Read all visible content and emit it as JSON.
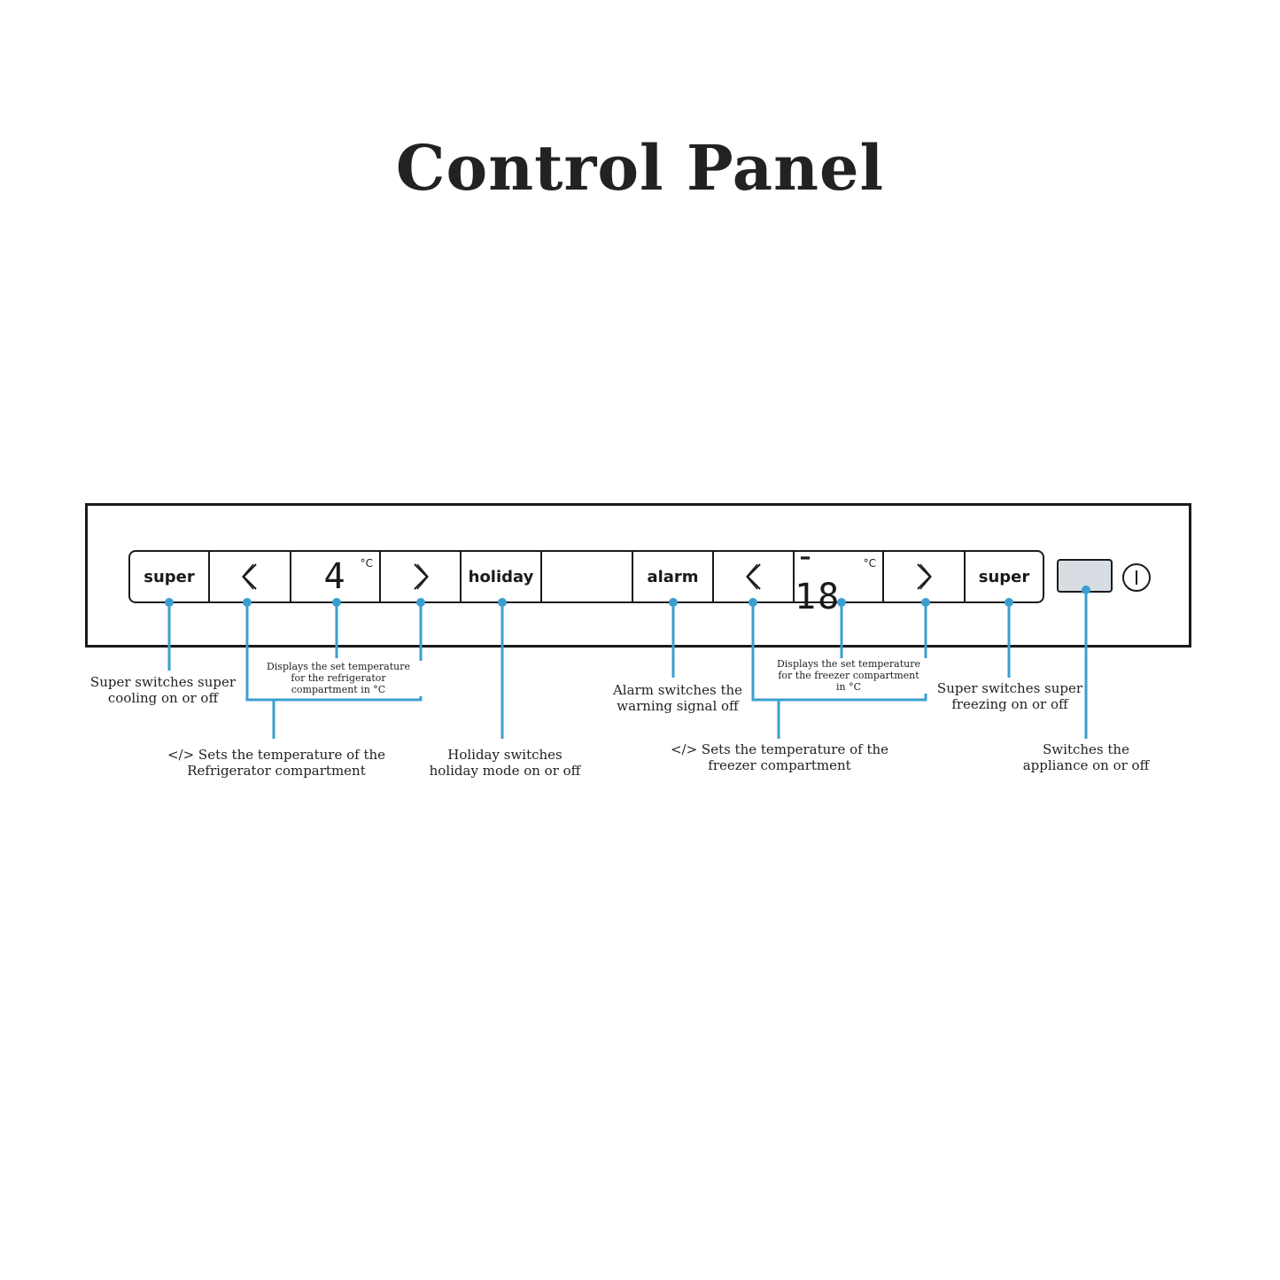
{
  "title": "Control Panel",
  "panel": {
    "fridge_super": "super",
    "fridge_temp_value": "4",
    "fridge_temp_unit": "°C",
    "holiday": "holiday",
    "alarm": "alarm",
    "freezer_temp_value": "- 18",
    "freezer_temp_unit": "°C",
    "freezer_super": "super"
  },
  "labels": {
    "super_cooling": "Super switches super\ncooling on or off",
    "fridge_display": "Displays the set temperature\nfor the refrigerator\ncompartment in °C",
    "fridge_arrows": "</> Sets the temperature of the\nRefrigerator compartment",
    "holiday": "Holiday switches\nholiday mode on or off",
    "alarm": "Alarm switches the\nwarning signal off",
    "freezer_display": "Displays the set temperature\nfor the freezer compartment\nin °C",
    "freezer_arrows": "</> Sets the temperature of the\nfreezer compartment",
    "super_freezing": "Super switches super\nfreezing on or off",
    "power": "Switches the\nappliance on or off"
  },
  "colors": {
    "callout": "#3a9fd0",
    "outline": "#1a1a1a"
  },
  "icons": [
    "chevron-left-icon",
    "chevron-right-icon",
    "power-icon"
  ]
}
